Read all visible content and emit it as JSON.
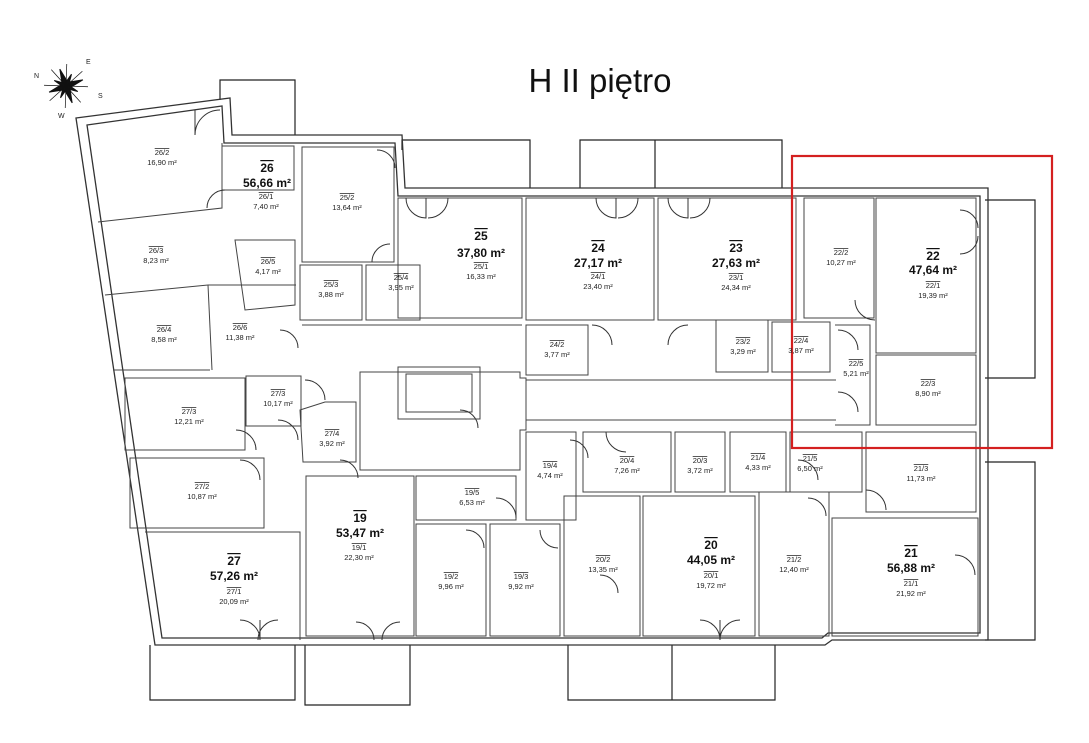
{
  "title": "H II piętro",
  "compass": [
    "N",
    "E",
    "S",
    "W"
  ],
  "apartments": [
    {
      "no": "26",
      "area": "56,66 m²"
    },
    {
      "no": "25",
      "area": "37,80 m²"
    },
    {
      "no": "24",
      "area": "27,17 m²"
    },
    {
      "no": "23",
      "area": "27,63 m²"
    },
    {
      "no": "22",
      "area": "47,64 m²"
    },
    {
      "no": "19",
      "area": "53,47 m²"
    },
    {
      "no": "20",
      "area": "44,05 m²"
    },
    {
      "no": "21",
      "area": "56,88 m²"
    },
    {
      "no": "27",
      "area": "57,26 m²"
    }
  ],
  "rooms": [
    {
      "id": "26/2",
      "area": "16,90 m²"
    },
    {
      "id": "26/1",
      "area": "7,40 m²"
    },
    {
      "id": "26/3",
      "area": "8,23 m²"
    },
    {
      "id": "26/5",
      "area": "4,17 m²"
    },
    {
      "id": "26/4",
      "area": "8,58 m²"
    },
    {
      "id": "26/6",
      "area": "11,38 m²"
    },
    {
      "id": "25/2",
      "area": "13,64 m²"
    },
    {
      "id": "25/1",
      "area": "16,33 m²"
    },
    {
      "id": "25/3",
      "area": "3,88 m²"
    },
    {
      "id": "25/4",
      "area": "3,95 m²"
    },
    {
      "id": "24/1",
      "area": "23,40 m²"
    },
    {
      "id": "24/2",
      "area": "3,77 m²"
    },
    {
      "id": "23/1",
      "area": "24,34 m²"
    },
    {
      "id": "23/2",
      "area": "3,29 m²"
    },
    {
      "id": "22/2",
      "area": "10,27 m²"
    },
    {
      "id": "22/1",
      "area": "19,39 m²"
    },
    {
      "id": "22/4",
      "area": "3,87 m²"
    },
    {
      "id": "22/5",
      "area": "5,21 m²"
    },
    {
      "id": "22/3",
      "area": "8,90 m²"
    },
    {
      "id": "27/3",
      "area": "10,17 m²"
    },
    {
      "id": "27/4",
      "area": "3,92 m²"
    },
    {
      "id": "27/3",
      "area": "12,21 m²"
    },
    {
      "id": "27/2",
      "area": "10,87 m²"
    },
    {
      "id": "27/1",
      "area": "20,09 m²"
    },
    {
      "id": "19/1",
      "area": "22,30 m²"
    },
    {
      "id": "19/5",
      "area": "6,53 m²"
    },
    {
      "id": "19/4",
      "area": "4,74 m²"
    },
    {
      "id": "19/2",
      "area": "9,96 m²"
    },
    {
      "id": "19/3",
      "area": "9,92 m²"
    },
    {
      "id": "20/4",
      "area": "7,26 m²"
    },
    {
      "id": "20/3",
      "area": "3,72 m²"
    },
    {
      "id": "20/2",
      "area": "13,35 m²"
    },
    {
      "id": "20/1",
      "area": "19,72 m²"
    },
    {
      "id": "21/4",
      "area": "4,33 m²"
    },
    {
      "id": "21/5",
      "area": "6,50 m²"
    },
    {
      "id": "21/3",
      "area": "11,73 m²"
    },
    {
      "id": "21/2",
      "area": "12,40 m²"
    },
    {
      "id": "21/1",
      "area": "21,92 m²"
    }
  ],
  "colors": {
    "highlight": "#d42020",
    "wall": "#333333"
  }
}
